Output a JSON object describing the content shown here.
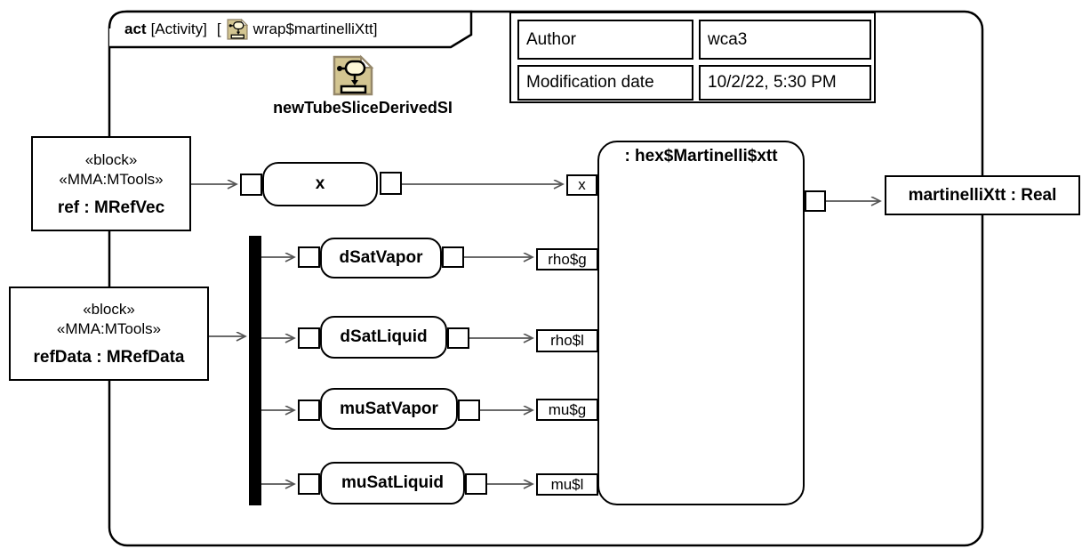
{
  "diagram": {
    "header": {
      "kind": "act",
      "type": "[Activity]",
      "open_bracket": "[",
      "name": "wrap$martinelliXtt]"
    },
    "behavior_icon_label": "newTubeSliceDerivedSI",
    "doc_table": {
      "rows": [
        {
          "label": "Author",
          "value": "wca3"
        },
        {
          "label": "Modification date",
          "value": "10/2/22, 5:30 PM"
        }
      ]
    },
    "blocks": [
      {
        "stereotype1": "«block»",
        "stereotype2": "«MMA:MTools»",
        "name": "ref : MRefVec"
      },
      {
        "stereotype1": "«block»",
        "stereotype2": "«MMA:MTools»",
        "name": "refData : MRefData"
      }
    ],
    "actions": [
      {
        "name": "x"
      },
      {
        "name": "dSatVapor"
      },
      {
        "name": "dSatLiquid"
      },
      {
        "name": "muSatVapor"
      },
      {
        "name": "muSatLiquid"
      }
    ],
    "call_behavior_action": {
      "title": ": hex$Martinelli$xtt",
      "input_pins": [
        "x",
        "rho$g",
        "rho$l",
        "mu$g",
        "mu$l"
      ]
    },
    "output_parameter": {
      "name": "martinelliXtt : Real"
    },
    "colors": {
      "connector": "#555555",
      "icon_bg": "#d3c591",
      "icon_inner": "#fdf7d7",
      "icon_border": "#95876a"
    }
  }
}
